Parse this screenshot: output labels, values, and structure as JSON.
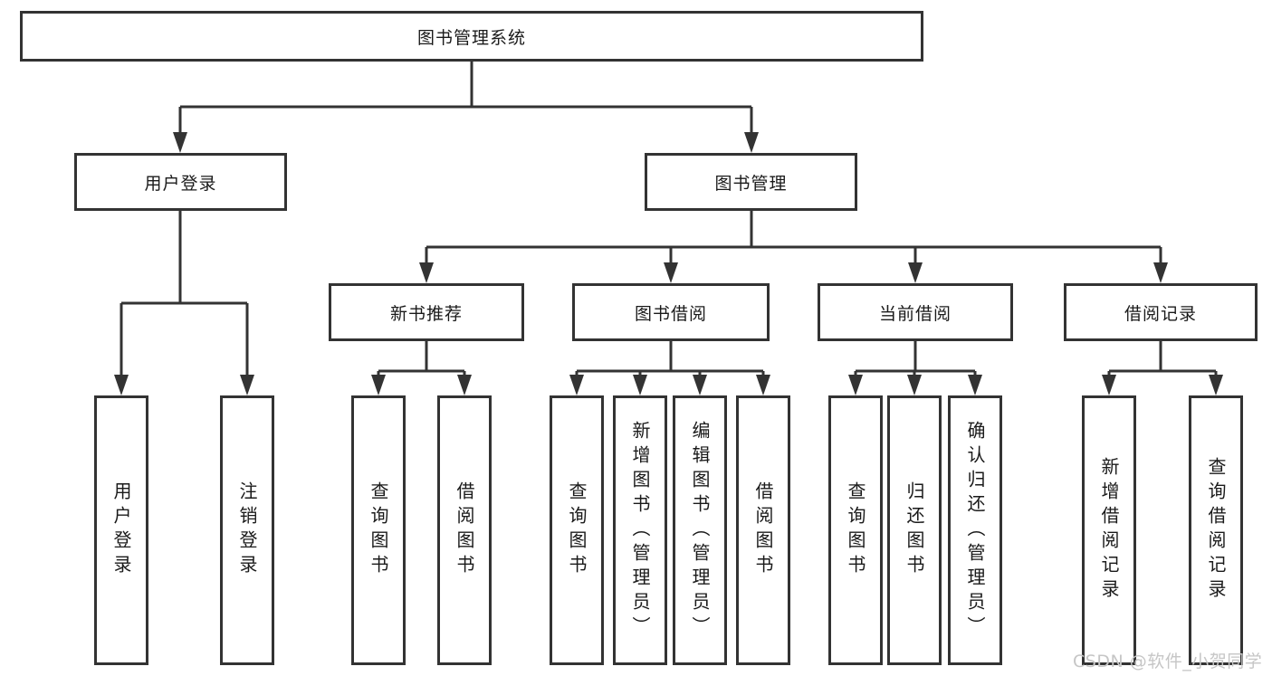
{
  "watermark": "CSDN @软件_小贺同学",
  "colors": {
    "line": "#333333",
    "text": "#1a1a1a",
    "watermark": "#c6c6c6",
    "background": "#ffffff"
  },
  "tree": {
    "root": "图书管理系统",
    "level2": [
      "用户登录",
      "图书管理"
    ],
    "level3": [
      "新书推荐",
      "图书借阅",
      "当前借阅",
      "借阅记录"
    ],
    "leaves": {
      "user_login": [
        "用户登录",
        "注销登录"
      ],
      "new_books": [
        "查询图书",
        "借阅图书"
      ],
      "book_borrow": [
        "查询图书",
        "新增图书（管理员）",
        "编辑图书（管理员）",
        "借阅图书"
      ],
      "current_borrow": [
        "查询图书",
        "归还图书",
        "确认归还（管理员）"
      ],
      "borrow_records": [
        "新增借阅记录",
        "查询借阅记录"
      ]
    }
  }
}
